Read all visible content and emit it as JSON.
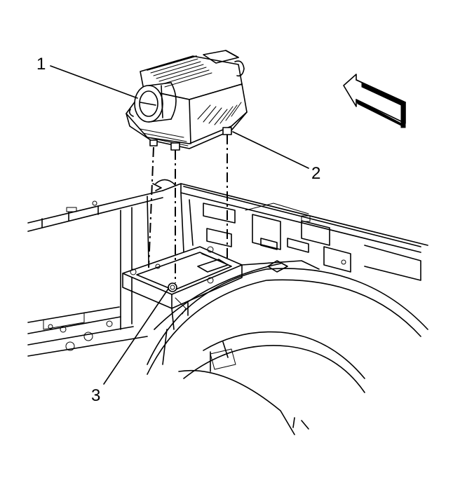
{
  "diagram": {
    "callouts": [
      {
        "id": "1",
        "label": "1"
      },
      {
        "id": "2",
        "label": "2"
      },
      {
        "id": "3",
        "label": "3"
      }
    ],
    "icons": {
      "direction_arrow": "front-direction-arrow-icon"
    },
    "colors": {
      "line": "#000000",
      "background": "#ffffff"
    }
  }
}
